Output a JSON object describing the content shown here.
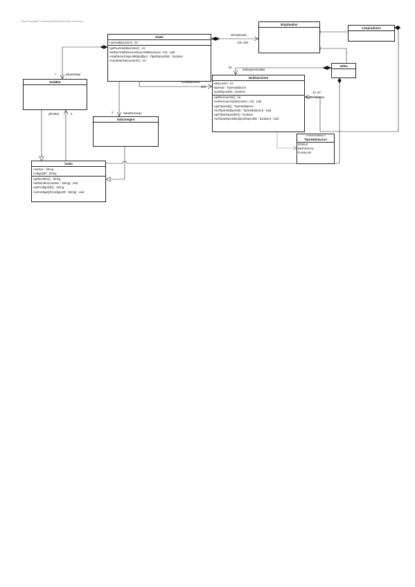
{
  "watermark": "Visual Paradigm Professional(ASIR(University of Almería))",
  "classes": {
    "hotel": {
      "name": "Hotel",
      "attributes": [
        "-numHabitaciones : int"
      ],
      "operations": [
        "+getNumHabitaciones() : int",
        "+setNumHabitaciones(numHabitaciones : int) : void",
        "+establecerDisponibilidad(tipo : TipoDisponible) : boolean",
        "+inicializarDescuentoF() : int"
      ]
    },
    "empleados": {
      "name": "Empleados"
    },
    "limpiadores": {
      "name": "Limpiadores"
    },
    "jefes": {
      "name": "Jefes"
    },
    "habitaciones": {
      "name": "Habitaciones",
      "attributes": [
        "-descuento : int",
        "-tipoHab : TipoHabitacion",
        "-tipoDisponible : boolean"
      ],
      "operations": [
        "+getDescuento() : int",
        "+setDescuento(descuento : int) : void",
        "+getTipoHab() : TipoHabitacion",
        "+setTipoHab(tipoHab : TipoHabitacion) : void",
        "+getTipoDisponible() : boolean",
        "+setTipoDisponible(tipoDisponible : boolean) : void"
      ]
    },
    "salabar": {
      "name": "SalaBar"
    },
    "salajuegos": {
      "name": "SalaJuegos"
    },
    "salas": {
      "name": "Salas",
      "attributes": [
        "-nombre : String",
        "-codigoQR : String"
      ],
      "operations": [
        "+getNombre() : String",
        "+setNombre(nombre : String) : void",
        "+getCodigoQR() : String",
        "+setCodigoQR(codigoQR : String) : void"
      ]
    },
    "tipohabitacion": {
      "stereotype": "<<enumeration>>",
      "name": "TipoHabitacion",
      "literals": [
        "DOBLE",
        "INDIVIDUAL",
        "FAMILIAR"
      ]
    }
  },
  "labels": {
    "empleados_role": "nEmpleados",
    "empleados_mult": "100..500",
    "habsup_mult": "30",
    "habsup_role": "habSupervisadas",
    "nhab_role": "nHabitaciones",
    "nhab_mult": "300",
    "limp_mult": "10..20",
    "limp_role": "habLimpiadas",
    "bar_mult": "7",
    "bar_role": "salasDeBar",
    "juegos_mult": "2",
    "juegos_role": "salasDeJuego",
    "jefesbar_role": "jefesBar",
    "jefesbar_mult": "3"
  }
}
